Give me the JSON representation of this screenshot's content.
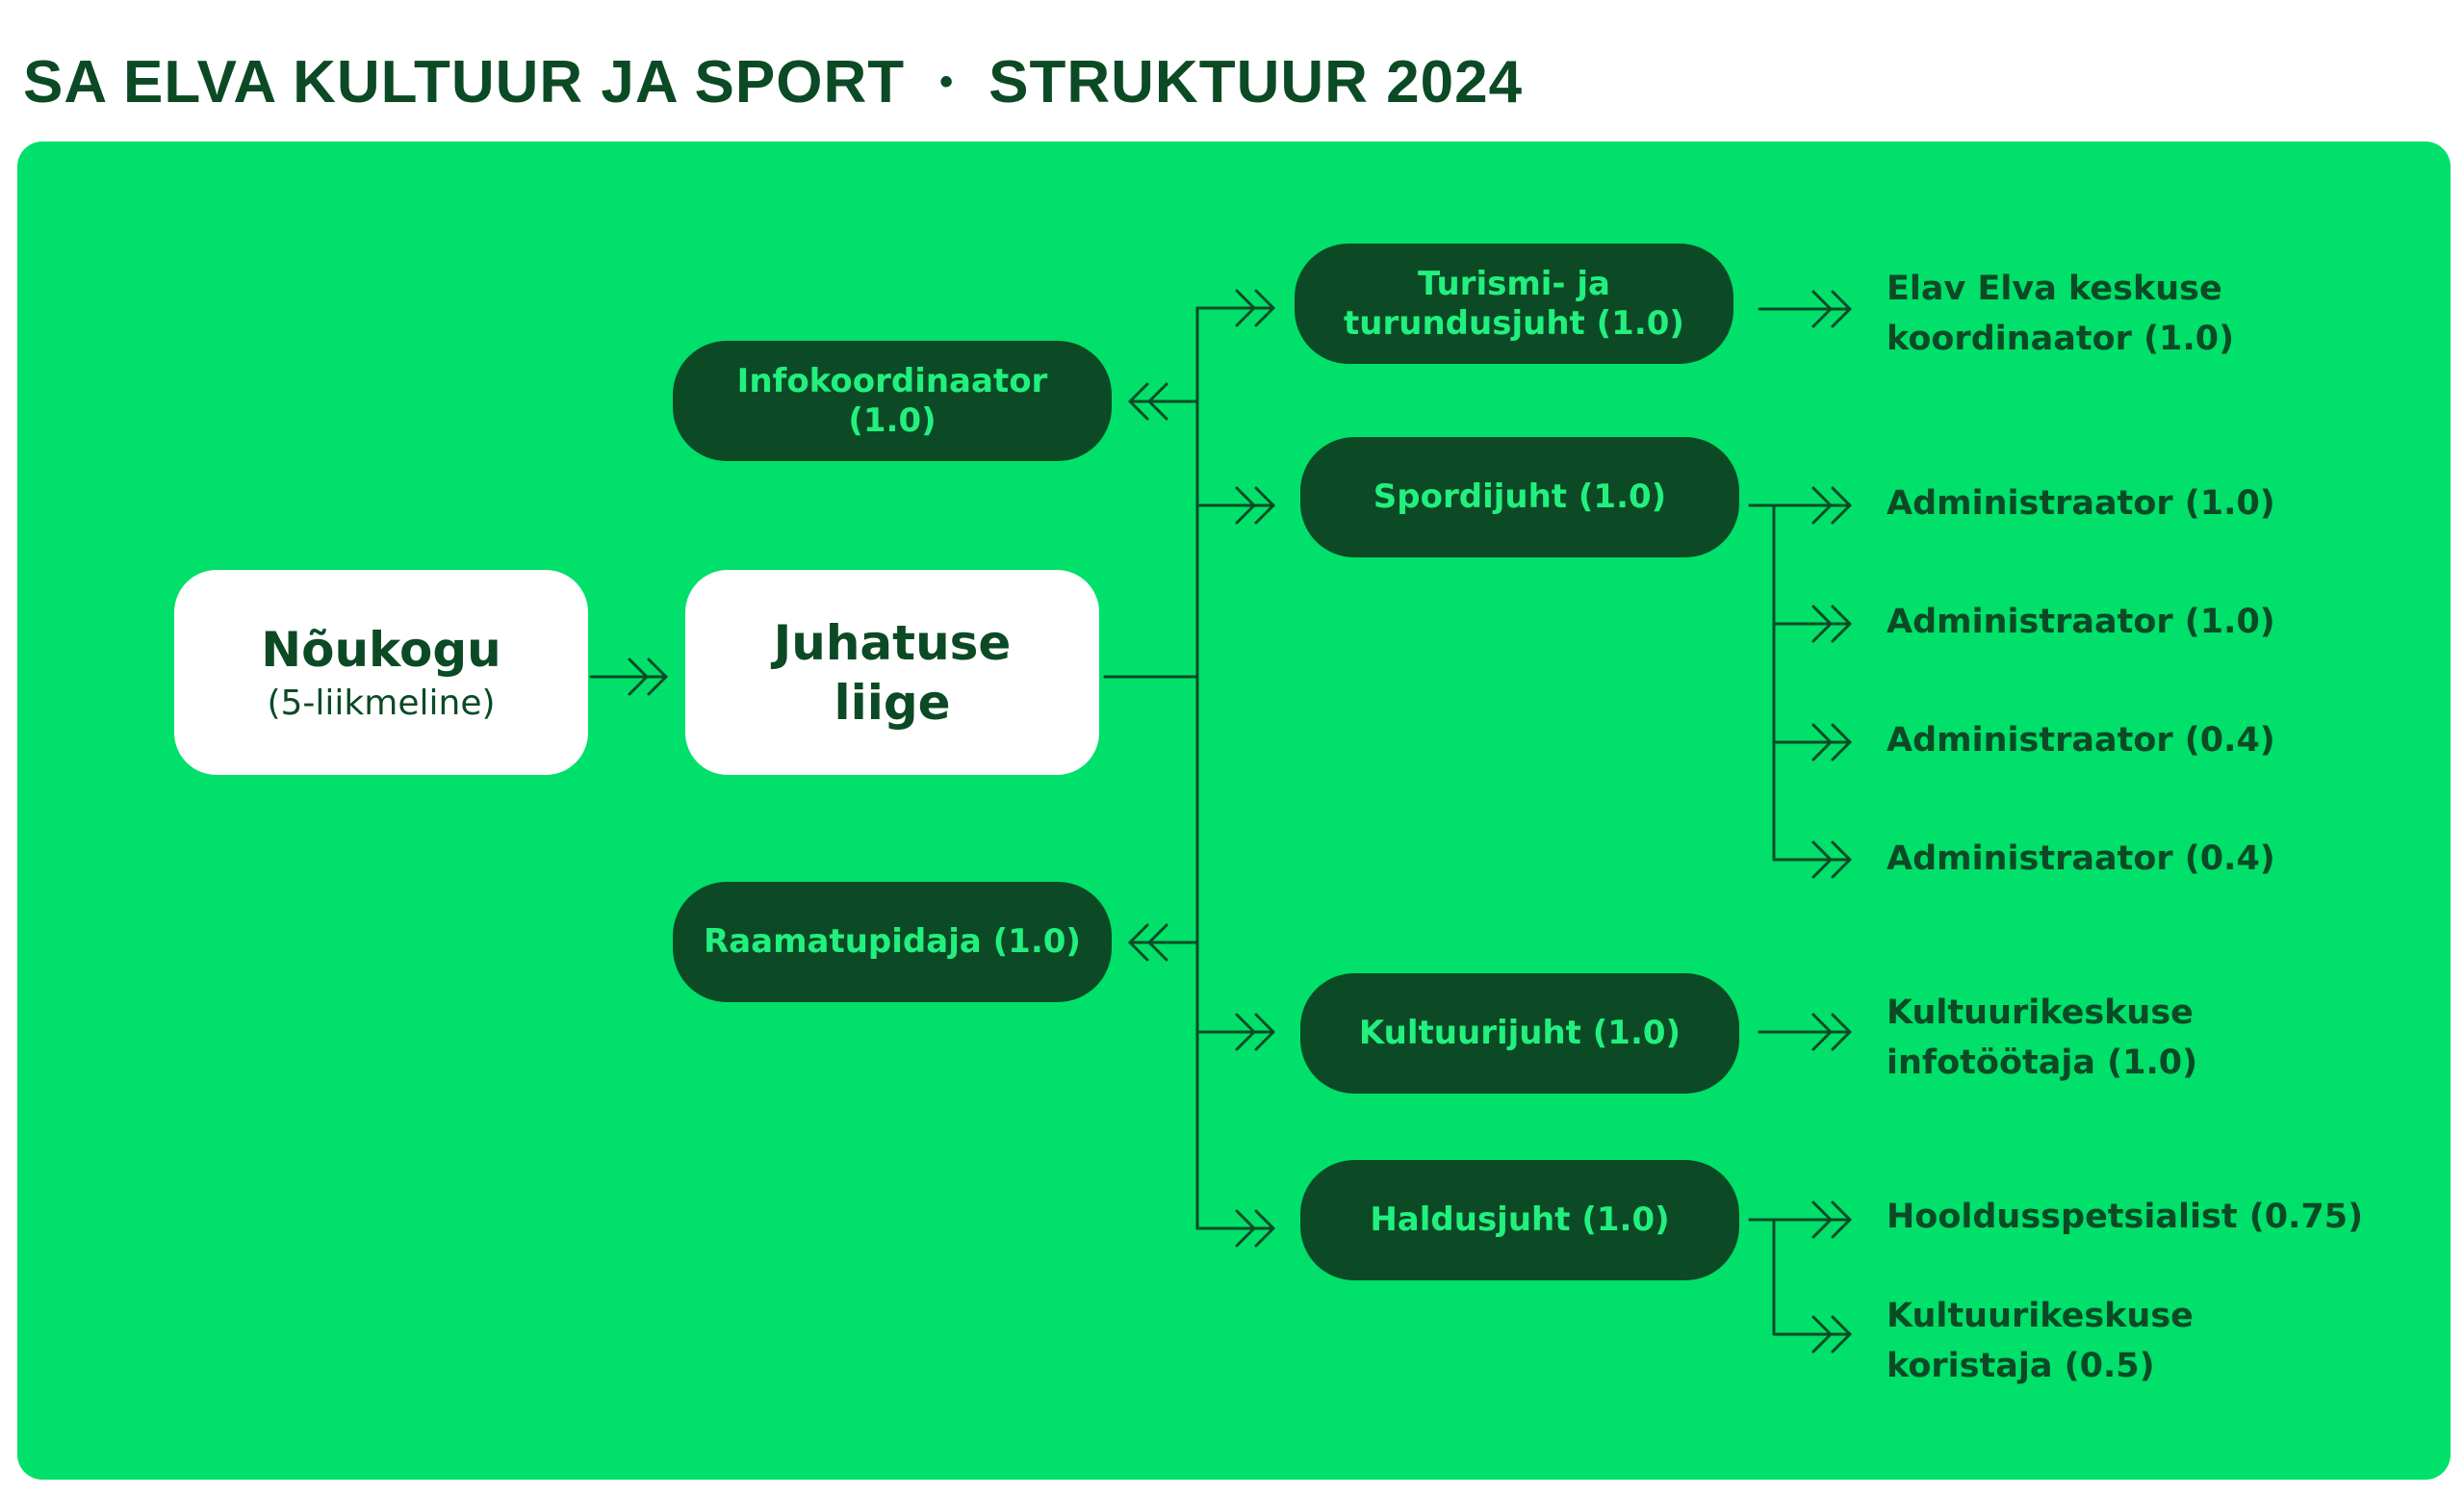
{
  "header": {
    "org": "SA ELVA KULTUUR JA SPORT",
    "separator": "•",
    "subtitle": "STRUKTUUR 2024"
  },
  "nodes": {
    "noukogu": {
      "title": "Nõukogu",
      "subtitle": "(5-liikmeline)"
    },
    "juhatuse_liige": {
      "title": "Juhatuse liige"
    },
    "infokoordinaator": "Infokoordinaator (1.0)",
    "raamatupidaja": "Raamatupidaja (1.0)",
    "turismi_turundusjuht": "Turismi- ja\nturundusjuht (1.0)",
    "spordijuht": "Spordijuht (1.0)",
    "kultuurijuht": "Kultuurijuht (1.0)",
    "haldusjuht": "Haldusjuht (1.0)"
  },
  "leaves": {
    "elav_elva": "Elav Elva keskuse\nkoordinaator (1.0)",
    "administraator_1": "Administraator (1.0)",
    "administraator_2": "Administraator (1.0)",
    "administraator_3": "Administraator (0.4)",
    "administraator_4": "Administraator (0.4)",
    "kultuurikeskuse_info": "Kultuurikeskuse\ninfotöötaja (1.0)",
    "hooldusspetsialist": "Hooldusspetsialist (0.75)",
    "kultuurikeskuse_koristaja": "Kultuurikeskuse\nkoristaja (0.5)"
  },
  "colors": {
    "panel": "#00e06a",
    "dark": "#0b4a25",
    "dark_node_text": "#22f07e",
    "white": "#ffffff"
  }
}
